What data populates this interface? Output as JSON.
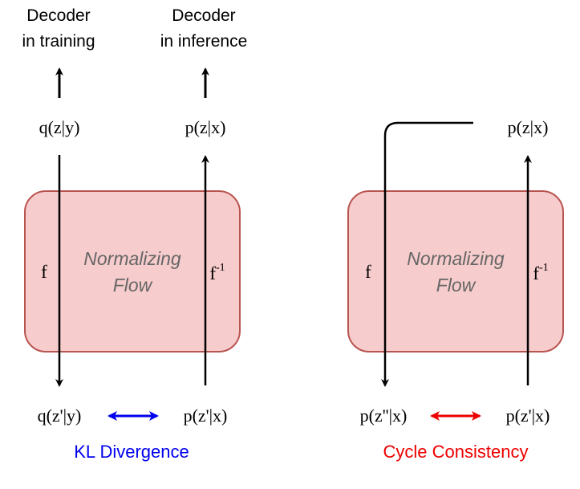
{
  "colors": {
    "box_fill": "#f7cccc",
    "box_stroke": "#b85450",
    "box_text": "#666666",
    "kl_arrow": "#0000ee",
    "kl_text": "#0000ee",
    "cycle_arrow": "#ee0000",
    "cycle_text": "#ee0000",
    "line": "#000000"
  },
  "left": {
    "decoder_training": [
      "Decoder",
      "in training"
    ],
    "decoder_inference": [
      "Decoder",
      "in inference"
    ],
    "q_zy": "q(z|y)",
    "p_zx": "p(z|x)",
    "box_label": [
      "Normalizing",
      "Flow"
    ],
    "f": "f",
    "f_inv_base": "f",
    "f_inv_sup": "-1",
    "q_zpy": "q(z'|y)",
    "p_zpx": "p(z'|x)",
    "caption": "KL Divergence"
  },
  "right": {
    "p_zx": "p(z|x)",
    "box_label": [
      "Normalizing",
      "Flow"
    ],
    "f": "f",
    "f_inv_base": "f",
    "f_inv_sup": "-1",
    "p_zppx": "p(z''|x)",
    "p_zpx": "p(z'|x)",
    "caption": "Cycle Consistency"
  }
}
